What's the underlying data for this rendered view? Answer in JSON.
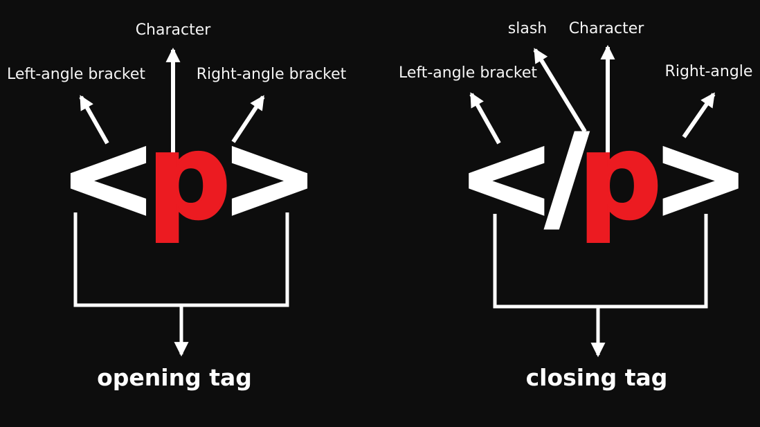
{
  "colors": {
    "background": "#0d0d0d",
    "foreground": "#ffffff",
    "accent_red": "#ec1b21"
  },
  "opening": {
    "labels": {
      "character": "Character",
      "left_bracket": "Left-angle bracket",
      "right_bracket": "Right-angle bracket"
    },
    "tag": {
      "open_bracket": "<",
      "character": "p",
      "close_bracket": ">"
    },
    "caption": "opening tag"
  },
  "closing": {
    "labels": {
      "slash": "slash",
      "character": "Character",
      "left_bracket": "Left-angle bracket",
      "right_bracket": "Right-angle"
    },
    "tag": {
      "open_bracket": "<",
      "slash": "/",
      "character": "p",
      "close_bracket": ">"
    },
    "caption": "closing tag"
  }
}
